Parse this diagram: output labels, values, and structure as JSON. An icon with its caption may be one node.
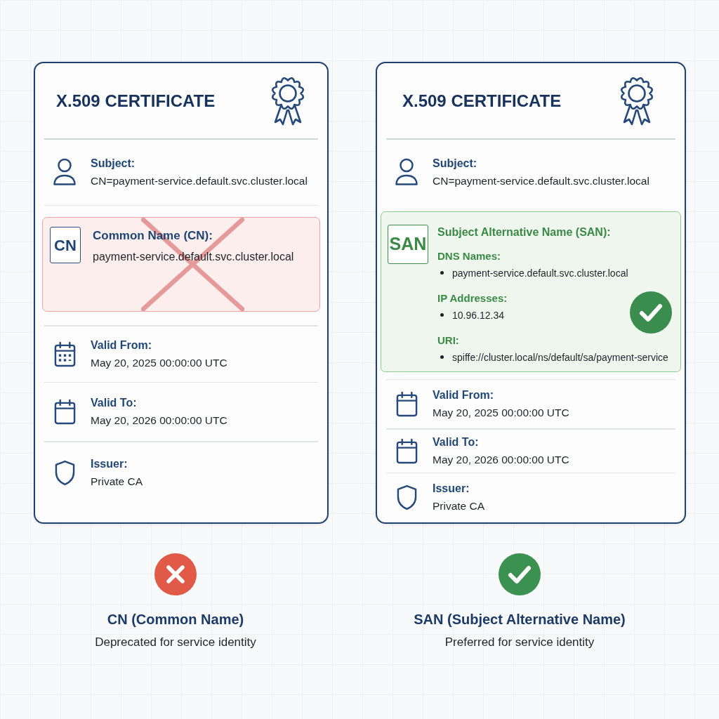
{
  "diagram": {
    "nodes": [
      {
        "text": [
          "X.509 CERTIFICATE",
          "Subject:",
          "CN=payment-service.default.svc.cluster.local",
          "Valid From:",
          "May 20, 2025 00:00:00 UTC",
          "Valid To:",
          "May 20, 2026 00:00:00 UTC",
          "Issuer:",
          "Private CA"
        ]
      },
      {
        "text": [
          "Common Name (CN):",
          "payment-service.default.svc.cluster.local"
        ],
        "in": 0
      },
      {
        "text": [
          "CN"
        ],
        "in": 1
      },
      {
        "text": [
          "X.509 CERTIFICATE",
          "Subject:",
          "CN=payment-service.default.svc.cluster.local",
          "Valid From:",
          "May 20, 2025 00:00:00 UTC",
          "Valid To:",
          "May 20, 2026 00:00:00 UTC",
          "Issuer:",
          "Private CA"
        ]
      },
      {
        "text": [
          "Subject Alternative Name (SAN):",
          "DNS Names:",
          "payment-service.default.svc.cluster.local",
          "IP Addresses:",
          "10.96.12.34",
          "URI:",
          "spiffe://cluster.local/ns/default/sa/payment-service"
        ],
        "in": 3
      },
      {
        "text": [
          "SAN"
        ],
        "in": 4
      }
    ],
    "labels": [
      "CN (Common Name)",
      "Deprecated for service identity",
      "SAN (Subject Alternative Name)",
      "Preferred for service identity"
    ]
  }
}
